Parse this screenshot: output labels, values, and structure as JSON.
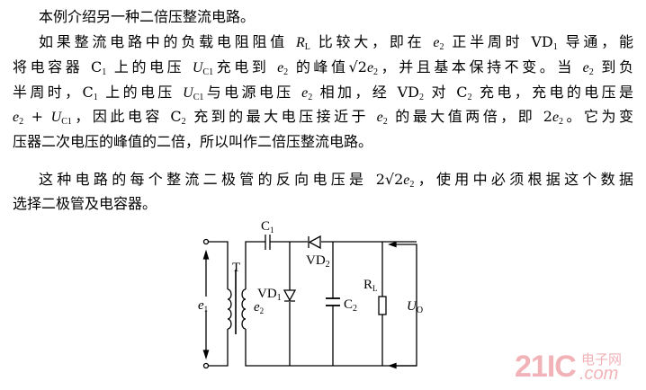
{
  "document": {
    "lines": [
      [
        [
          "t",
          "本例介绍另一种二倍压整流电路。"
        ]
      ],
      [
        [
          "t",
          "如果整流电路中的负载电阻阻值 "
        ],
        [
          "i",
          "R"
        ],
        [
          "sub",
          "L"
        ],
        [
          "t",
          " 比较大，即在 "
        ],
        [
          "i",
          "e"
        ],
        [
          "sub",
          "2"
        ],
        [
          "t",
          " 正半周时 VD"
        ],
        [
          "sub",
          "1"
        ],
        [
          "t",
          " 导通，能"
        ]
      ],
      [
        [
          "t",
          "将电容器 C"
        ],
        [
          "sub",
          "1"
        ],
        [
          "t",
          " 上的电压 "
        ],
        [
          "i",
          "U"
        ],
        [
          "sub",
          "C1"
        ],
        [
          "t",
          "充电到 "
        ],
        [
          "i",
          "e"
        ],
        [
          "sub",
          "2"
        ],
        [
          "t",
          " 的峰值√2"
        ],
        [
          "i",
          "e"
        ],
        [
          "sub",
          "2"
        ],
        [
          "t",
          "，并且基本保持不变。当 "
        ],
        [
          "i",
          "e"
        ],
        [
          "sub",
          "2"
        ],
        [
          "t",
          " 到负"
        ]
      ],
      [
        [
          "t",
          "半周时，C"
        ],
        [
          "sub",
          "1"
        ],
        [
          "t",
          " 上的电压 "
        ],
        [
          "i",
          "U"
        ],
        [
          "sub",
          "C1"
        ],
        [
          "t",
          "与电源电压 "
        ],
        [
          "i",
          "e"
        ],
        [
          "sub",
          "2"
        ],
        [
          "t",
          " 相加，经 VD"
        ],
        [
          "sub",
          "2"
        ],
        [
          "t",
          " 对 C"
        ],
        [
          "sub",
          "2"
        ],
        [
          "t",
          " 充电，充电的电压是"
        ]
      ],
      [
        [
          "i",
          "e"
        ],
        [
          "sub",
          "2"
        ],
        [
          "t",
          " + "
        ],
        [
          "i",
          "U"
        ],
        [
          "sub",
          "C1"
        ],
        [
          "t",
          "，因此电容 C"
        ],
        [
          "sub",
          "2"
        ],
        [
          "t",
          " 充到的最大电压接近于 "
        ],
        [
          "i",
          "e"
        ],
        [
          "sub",
          "2"
        ],
        [
          "t",
          " 的最大值两倍，即 2"
        ],
        [
          "i",
          "e"
        ],
        [
          "sub",
          "2"
        ],
        [
          "t",
          "。它为变"
        ]
      ],
      [
        [
          "t",
          "压器二次电压的峰值的二倍，所以叫作二倍压整流电路。"
        ]
      ],
      [
        [
          "t",
          "这种电路的每个整流二极管的反向电压是 2√2"
        ],
        [
          "i",
          "e"
        ],
        [
          "sub",
          "2"
        ],
        [
          "t",
          "，使用中必须根据这个数据"
        ]
      ],
      [
        [
          "t",
          "选择二极管及电容器。"
        ]
      ]
    ]
  },
  "circuit": {
    "transformer": "T",
    "c1": "C",
    "c1_sub": "1",
    "vd2": "VD",
    "vd2_sub": "2",
    "vd1": "VD",
    "vd1_sub": "1",
    "c2": "C",
    "c2_sub": "2",
    "rl": "R",
    "rl_sub": "L",
    "e1": "e",
    "e1_sub": "1",
    "e2": "e",
    "e2_sub": "2",
    "uo": "U",
    "uo_sub": "O"
  },
  "watermark": {
    "big": "21IC",
    "cn": "电子网",
    "com": ".com"
  }
}
